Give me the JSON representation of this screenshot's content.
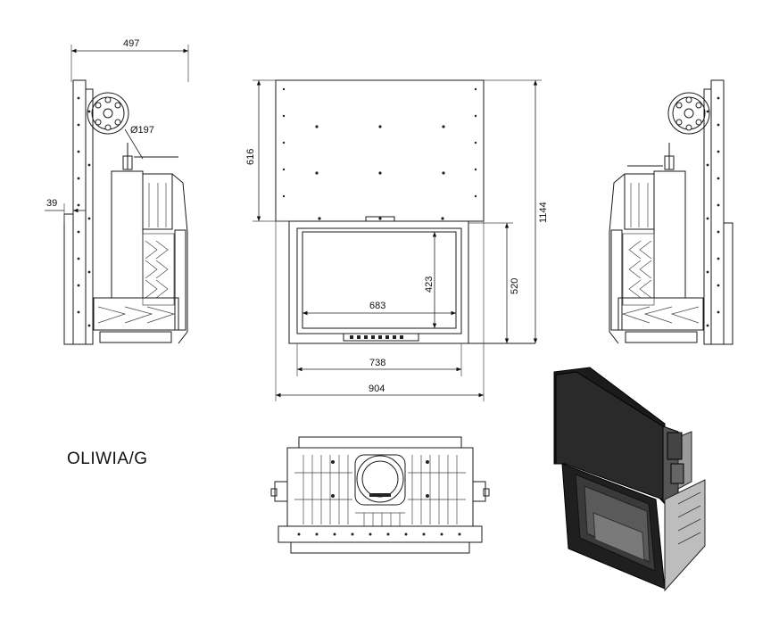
{
  "product": {
    "name": "OLIWIA/G"
  },
  "dimensions": {
    "side_width": "497",
    "flue_diameter": "Ø197",
    "side_offset": "39",
    "top_height": "616",
    "total_height": "1144",
    "glass_height": "423",
    "door_height": "520",
    "glass_width": "683",
    "door_width": "738",
    "total_width": "904"
  },
  "views": [
    "side-view-left",
    "front-view",
    "side-view-right",
    "top-view",
    "isometric-view"
  ]
}
